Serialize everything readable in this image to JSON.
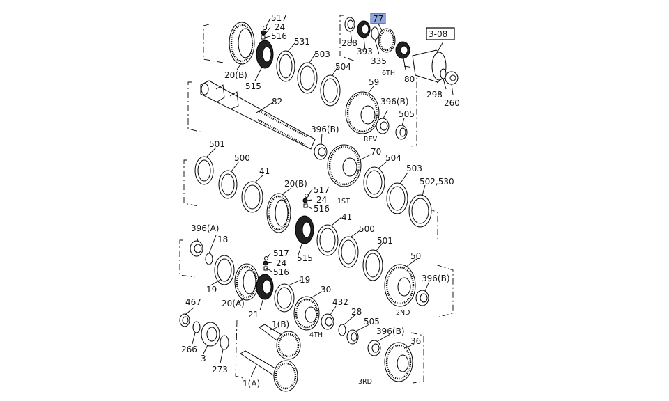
{
  "callouts": {
    "c517a": "517",
    "c24a": "24",
    "c516a": "516",
    "c20ba": "20(B)",
    "c515a": "515",
    "c531": "531",
    "c503a": "503",
    "c504a": "504",
    "c82": "82",
    "c288": "288",
    "c393": "393",
    "c77": "77",
    "c335": "335",
    "c6th": "6TH",
    "c80": "80",
    "c308": "3-08",
    "c298": "298",
    "c260": "260",
    "c59": "59",
    "c396b1": "396(B)",
    "c505a": "505",
    "c396b2": "396(B)",
    "crev": "REV",
    "c70": "70",
    "c501a": "501",
    "c500a": "500",
    "c41a": "41",
    "c20bb": "20(B)",
    "c517b": "517",
    "c24b": "24",
    "c516b": "516",
    "c1st": "1ST",
    "c504b": "504",
    "c503b": "503",
    "c502530": "502,530",
    "c396a": "396(A)",
    "c18": "18",
    "c19a": "19",
    "c517c": "517",
    "c24c": "24",
    "c516c": "516",
    "c20a": "20(A)",
    "c21": "21",
    "c19b": "19",
    "c515b": "515",
    "c41b": "41",
    "c500b": "500",
    "c501b": "501",
    "c50": "50",
    "c396b3": "396(B)",
    "c2nd": "2ND",
    "c30": "30",
    "c432": "432",
    "c4th": "4TH",
    "c28": "28",
    "c505b": "505",
    "c396b4": "396(B)",
    "c36": "36",
    "c3rd": "3RD",
    "c467": "467",
    "c266": "266",
    "c3": "3",
    "c273": "273",
    "c1b": "1(B)",
    "c1a": "1(A)"
  },
  "colors": {
    "highlight": "#8fa5dd"
  },
  "highlighted_callout": "77"
}
